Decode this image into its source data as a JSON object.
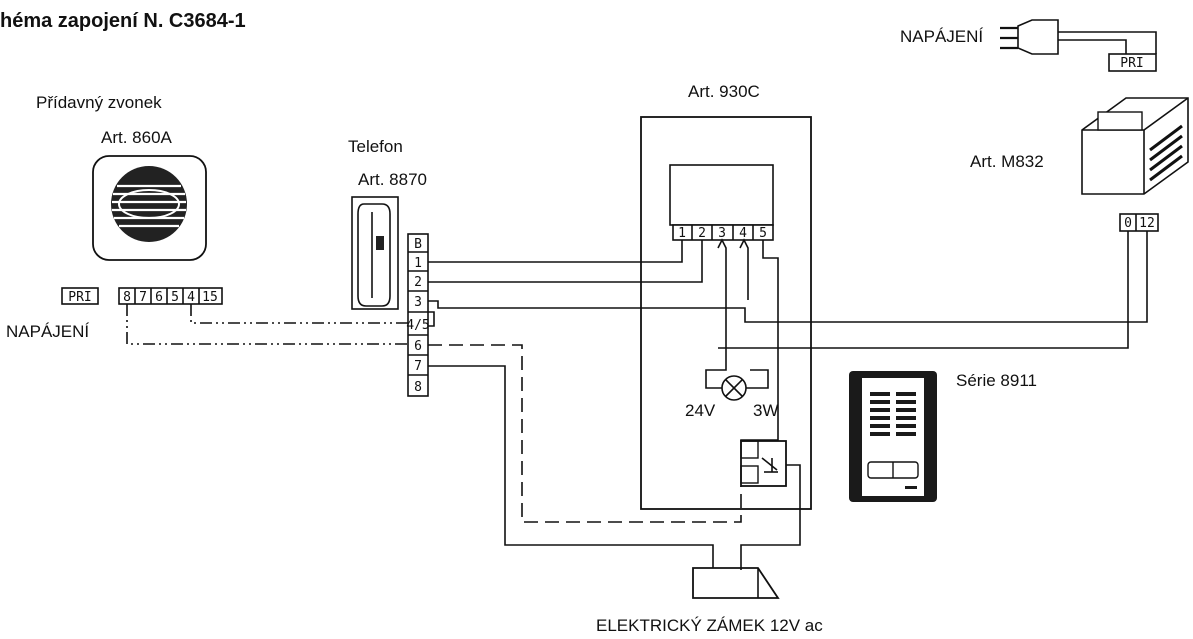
{
  "title": "héma zapojení N. C3684-1",
  "labels": {
    "pridavny": "Přídavný zvonek",
    "art860a": "Art. 860A",
    "telefon": "Telefon",
    "art8870": "Art. 8870",
    "art930c": "Art. 930C",
    "artm832": "Art. M832",
    "napajeni_top": "NAPÁJENÍ",
    "napajeni_left": "NAPÁJENÍ",
    "serie8911": "Série 8911",
    "zamek": "ELEKTRICKÝ ZÁMEK 12V ac",
    "lamp_v": "24V",
    "lamp_w": "3W",
    "pri_left": "PRI",
    "pri_top": "PRI"
  },
  "terminals": {
    "bell": [
      "8",
      "7",
      "6",
      "5",
      "4",
      "15"
    ],
    "phone": [
      "B",
      "1",
      "2",
      "3",
      "4/5",
      "6",
      "7",
      "8"
    ],
    "panel": [
      "1",
      "2",
      "3",
      "4",
      "5"
    ],
    "transformer": [
      "0",
      "12"
    ]
  }
}
